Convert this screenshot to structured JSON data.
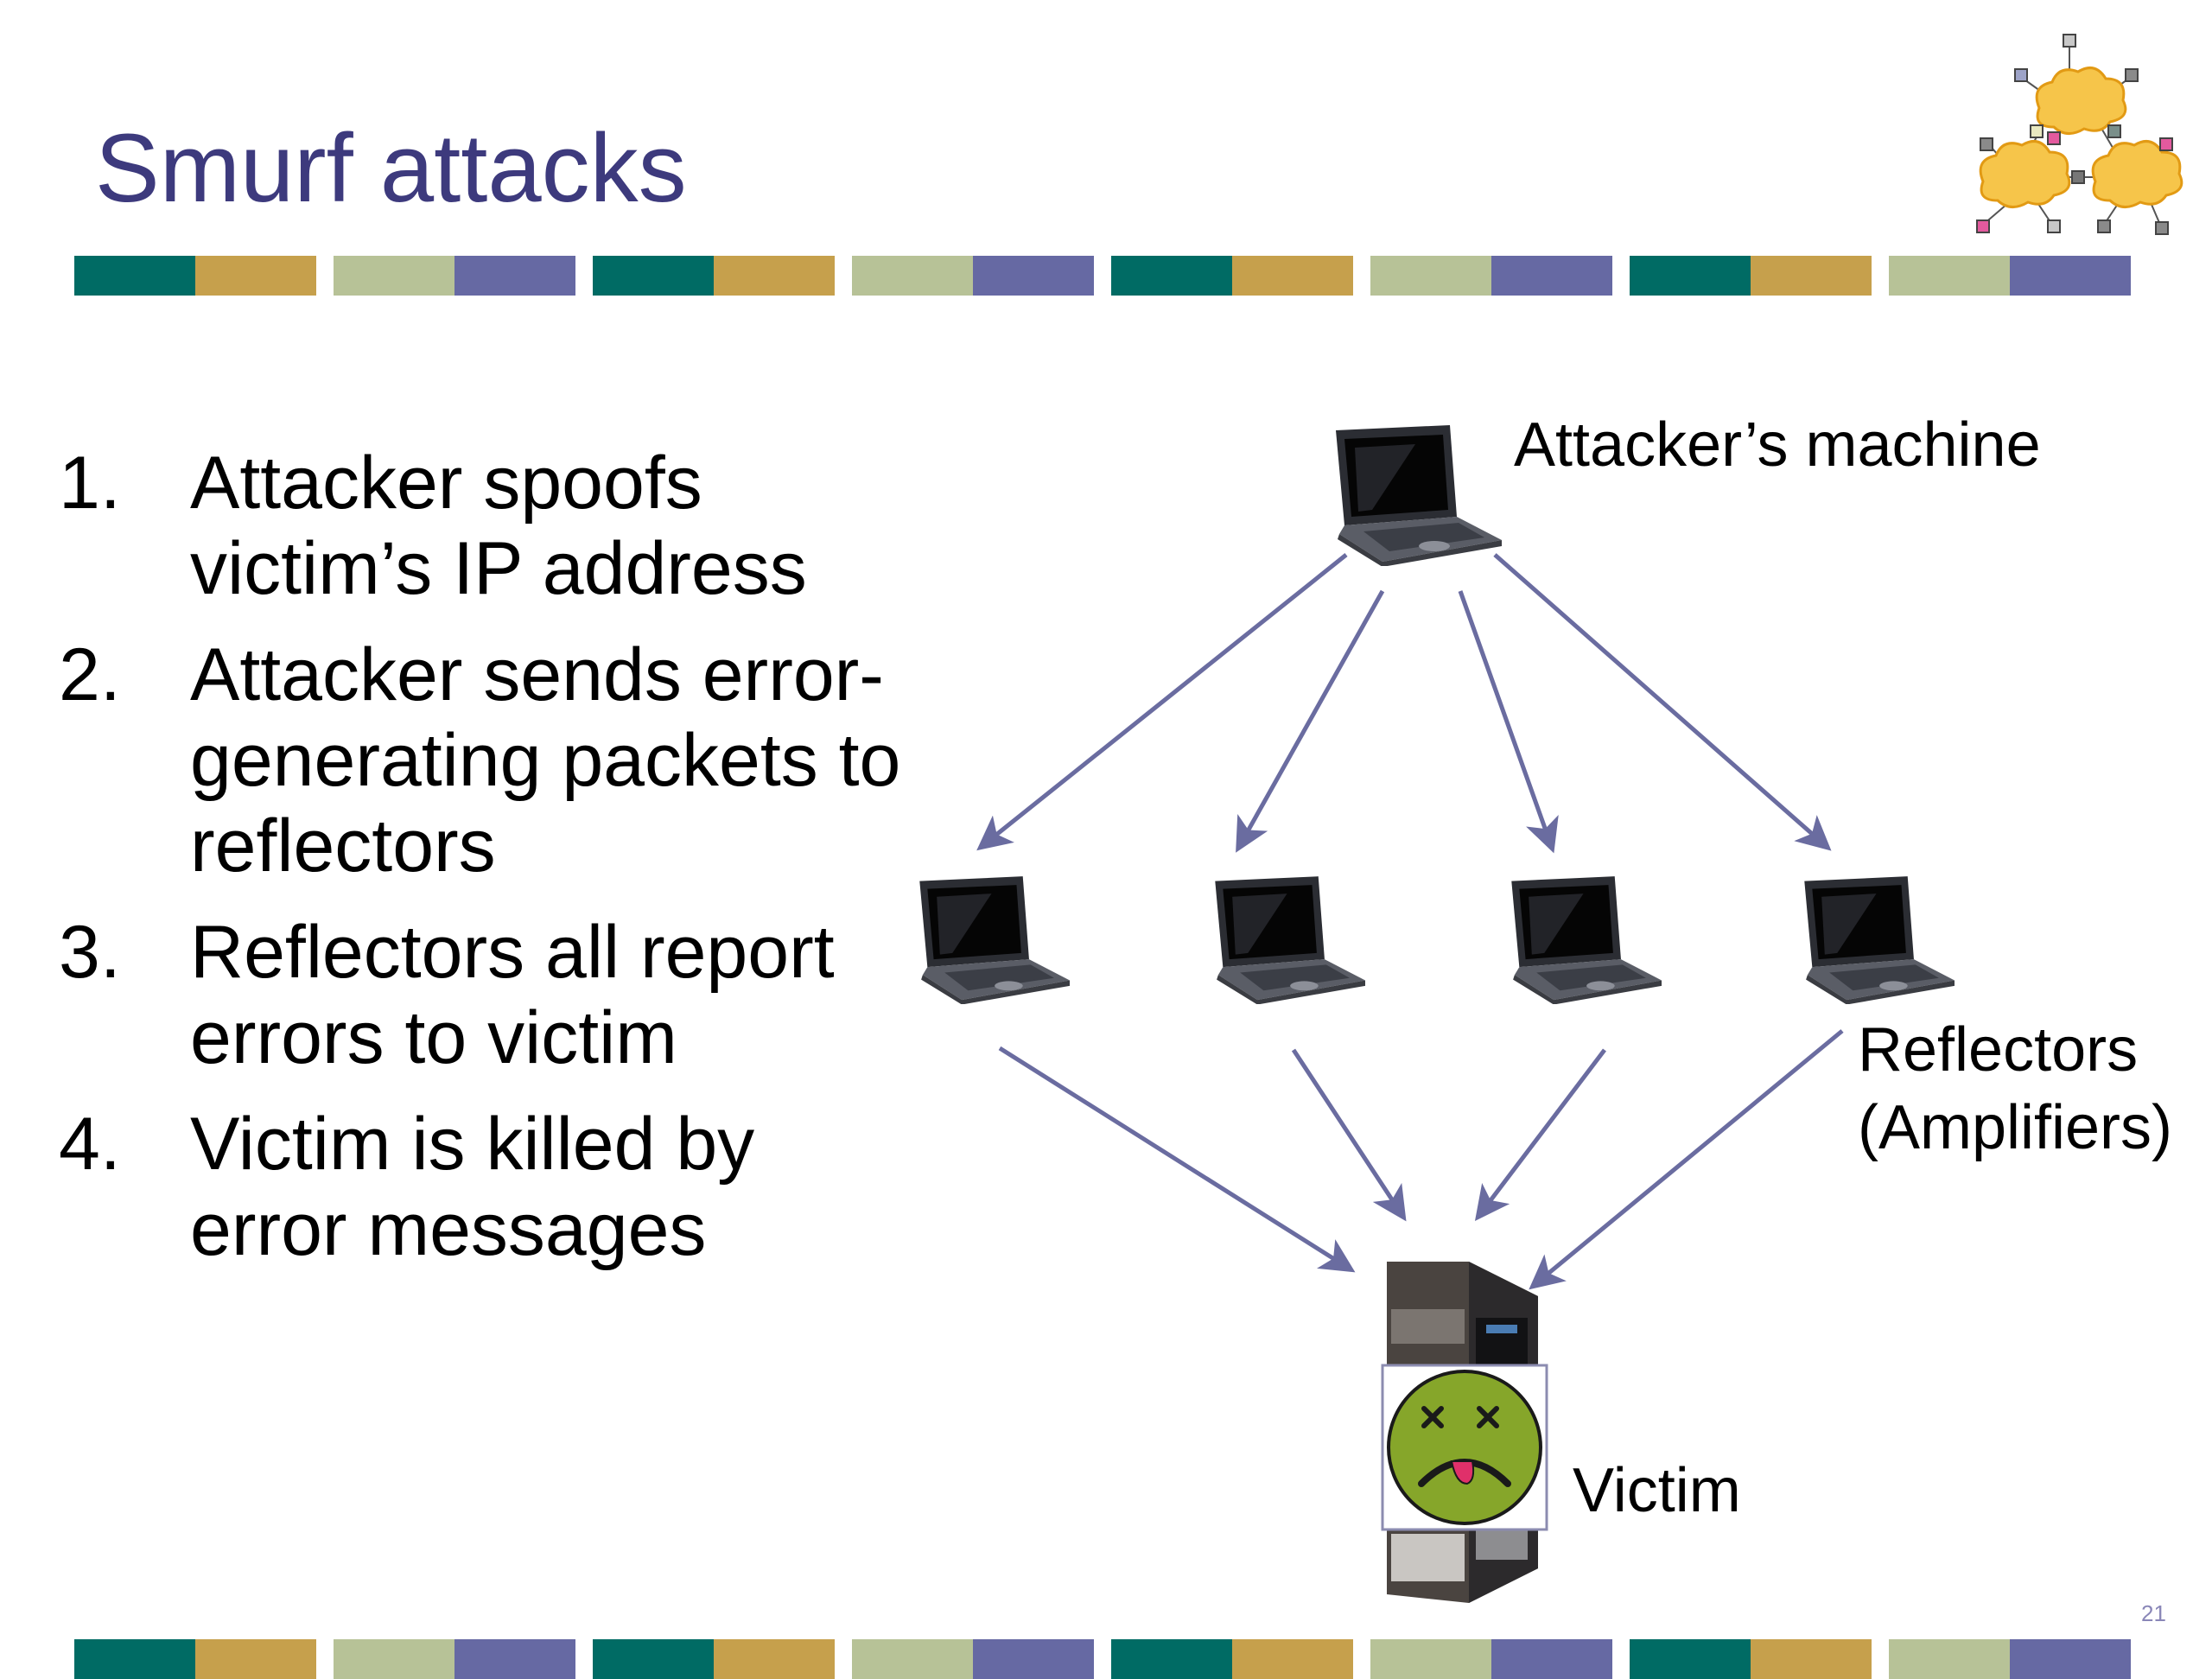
{
  "slide": {
    "title": "Smurf attacks",
    "page_number": "21",
    "band_colors": [
      "#006b64",
      "#c6a04c",
      "#b7c297",
      "#6669a3"
    ],
    "accent_colors": {
      "title": "#3d3a7d",
      "arrow": "#6a6ca0",
      "victim_face": "#86a62a",
      "cloud": "#f3b12b"
    }
  },
  "steps": [
    {
      "num": "1.",
      "text": "Attacker spoofs victim’s IP address"
    },
    {
      "num": "2.",
      "text": "Attacker sends error-generating packets to reflectors"
    },
    {
      "num": "3.",
      "text": "Reflectors all report errors to victim"
    },
    {
      "num": "4.",
      "text": "Victim is killed by error messages"
    }
  ],
  "diagram": {
    "attacker_label": "Attacker’s machine",
    "reflectors_label_line1": "Reflectors",
    "reflectors_label_line2": "(Amplifiers)",
    "victim_label": "Victim",
    "nodes": {
      "attacker": "laptop-icon",
      "reflectors": [
        "laptop-icon",
        "laptop-icon",
        "laptop-icon",
        "laptop-icon"
      ],
      "victim": "server-tower-icon",
      "victim_face": "dead-face-icon"
    }
  },
  "logo": {
    "icon": "network-clouds-icon"
  }
}
